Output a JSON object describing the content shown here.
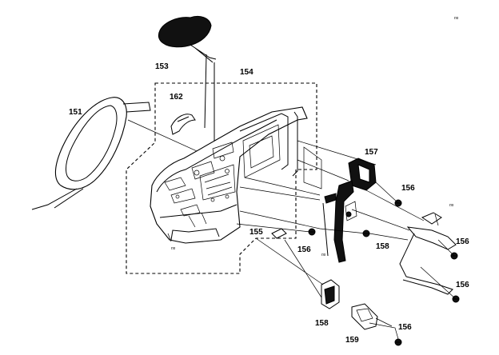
{
  "labels": {
    "p153": "153",
    "p154": "154",
    "p151": "151",
    "p162": "162",
    "p157": "157",
    "p156a": "156",
    "p156b": "156",
    "p156c": "156",
    "p156d": "156",
    "p156e": "156",
    "p155": "155",
    "p158a": "158",
    "p158b": "158",
    "p159": "159"
  },
  "markings": {
    "ns1": "ns",
    "ns2": "ns",
    "ns3": "ns",
    "ns4": "ns"
  }
}
